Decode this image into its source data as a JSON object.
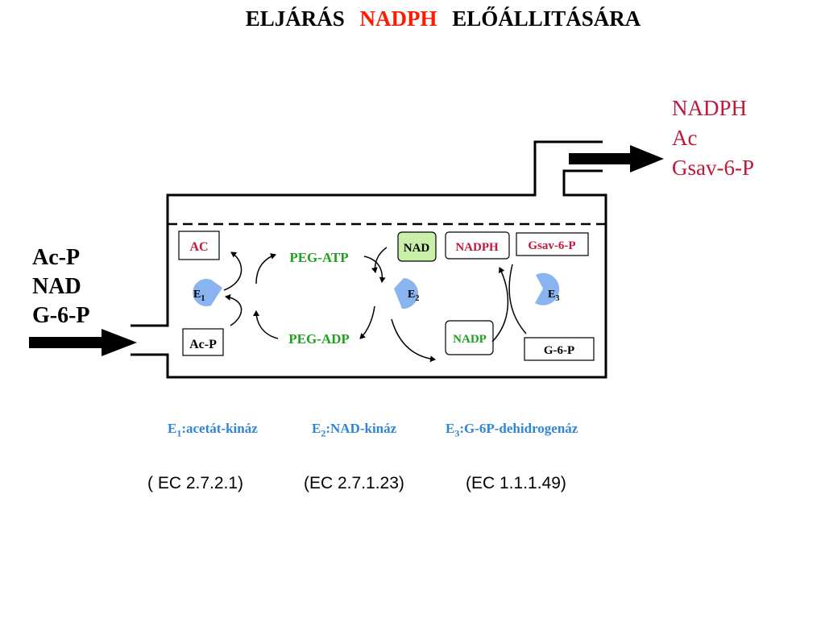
{
  "title": {
    "part1": "ELJÁRÁS",
    "part2": "NADPH",
    "part3": "ELŐÁLLITÁSÁRA"
  },
  "colors": {
    "red": "#c0183a",
    "green": "#20a020",
    "blue": "#2f86d6",
    "pac": "#8ab4f0",
    "nadfill": "#c8f0a8"
  },
  "inputs": [
    "Ac-P",
    "NAD",
    "G-6-P"
  ],
  "outputs": [
    "NADPH",
    "Ac",
    "Gsav-6-P"
  ],
  "boxes": {
    "ac": "AC",
    "acp": "Ac-P",
    "nad": "NAD",
    "nadph": "NADPH",
    "gsav": "Gsav-6-P",
    "nadp": "NADP",
    "g6p": "G-6-P"
  },
  "peg": {
    "atp": "PEG-ATP",
    "adp": "PEG-ADP"
  },
  "enzymes": {
    "e1": {
      "letter": "E",
      "sub": "1"
    },
    "e2": {
      "letter": "E",
      "sub": "2"
    },
    "e3": {
      "letter": "E",
      "sub": "3"
    }
  },
  "legend": {
    "e1": {
      "letter": "E",
      "sub": "1",
      "text": ":acetát-kináz"
    },
    "e2": {
      "letter": "E",
      "sub": "2",
      "text": ":NAD-kináz"
    },
    "e3": {
      "letter": "E",
      "sub": "3",
      "text": ":G-6P-dehidrogenáz"
    }
  },
  "ec": [
    "( EC 2.7.2.1)",
    "(EC 2.7.1.23)",
    "(EC 1.1.1.49)"
  ]
}
